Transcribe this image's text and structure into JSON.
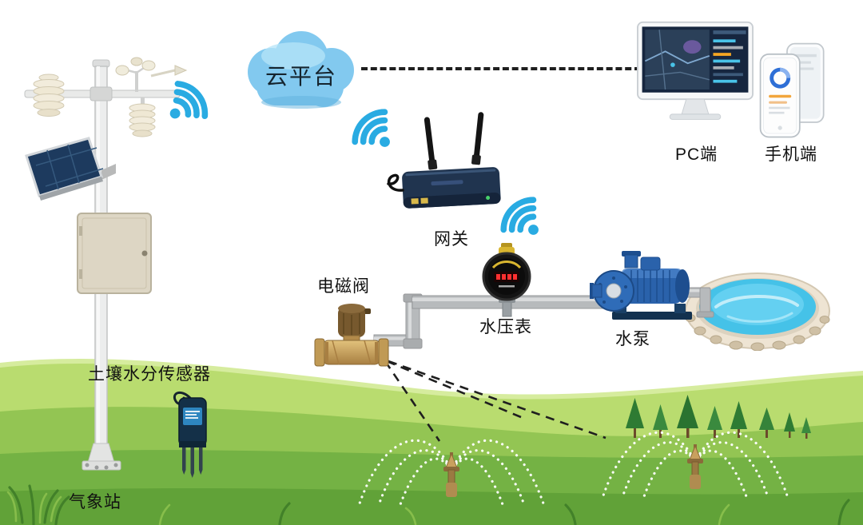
{
  "diagram": {
    "type": "iot-smart-irrigation-system",
    "labels": {
      "cloud": "云平台",
      "pc": "PC端",
      "mobile": "手机端",
      "gateway": "网关",
      "valve": "电磁阀",
      "gauge": "水压表",
      "pump": "水泵",
      "soil_sensor": "土壤水分传感器",
      "station": "气象站"
    },
    "connections": [
      {
        "from": "station",
        "to": "cloud",
        "type": "wireless"
      },
      {
        "from": "gateway",
        "to": "cloud",
        "type": "wireless"
      },
      {
        "from": "field-devices",
        "to": "gateway",
        "type": "wireless"
      },
      {
        "from": "cloud",
        "to": "pc",
        "type": "dashed-line"
      },
      {
        "from": "cloud",
        "to": "mobile",
        "type": "dashed-line"
      },
      {
        "from": "pool",
        "to": "pump",
        "type": "pipe"
      },
      {
        "from": "pump",
        "to": "gauge",
        "type": "pipe"
      },
      {
        "from": "gauge",
        "to": "valve",
        "type": "pipe"
      },
      {
        "from": "valve",
        "to": "sprinklers",
        "type": "dashed-line"
      }
    ],
    "colors": {
      "cloud": "#82c9ef",
      "wifi": "#29abe2",
      "dashed_line": "#1f1f1f",
      "grass": "#8cc14e",
      "pipe": "#b7babc",
      "valve_brass": "#c9a05e",
      "pump_blue": "#2a62ab",
      "pool_water": "#45c2e8",
      "gauge_accent": "#d8b530",
      "label_text": "#111111"
    }
  }
}
